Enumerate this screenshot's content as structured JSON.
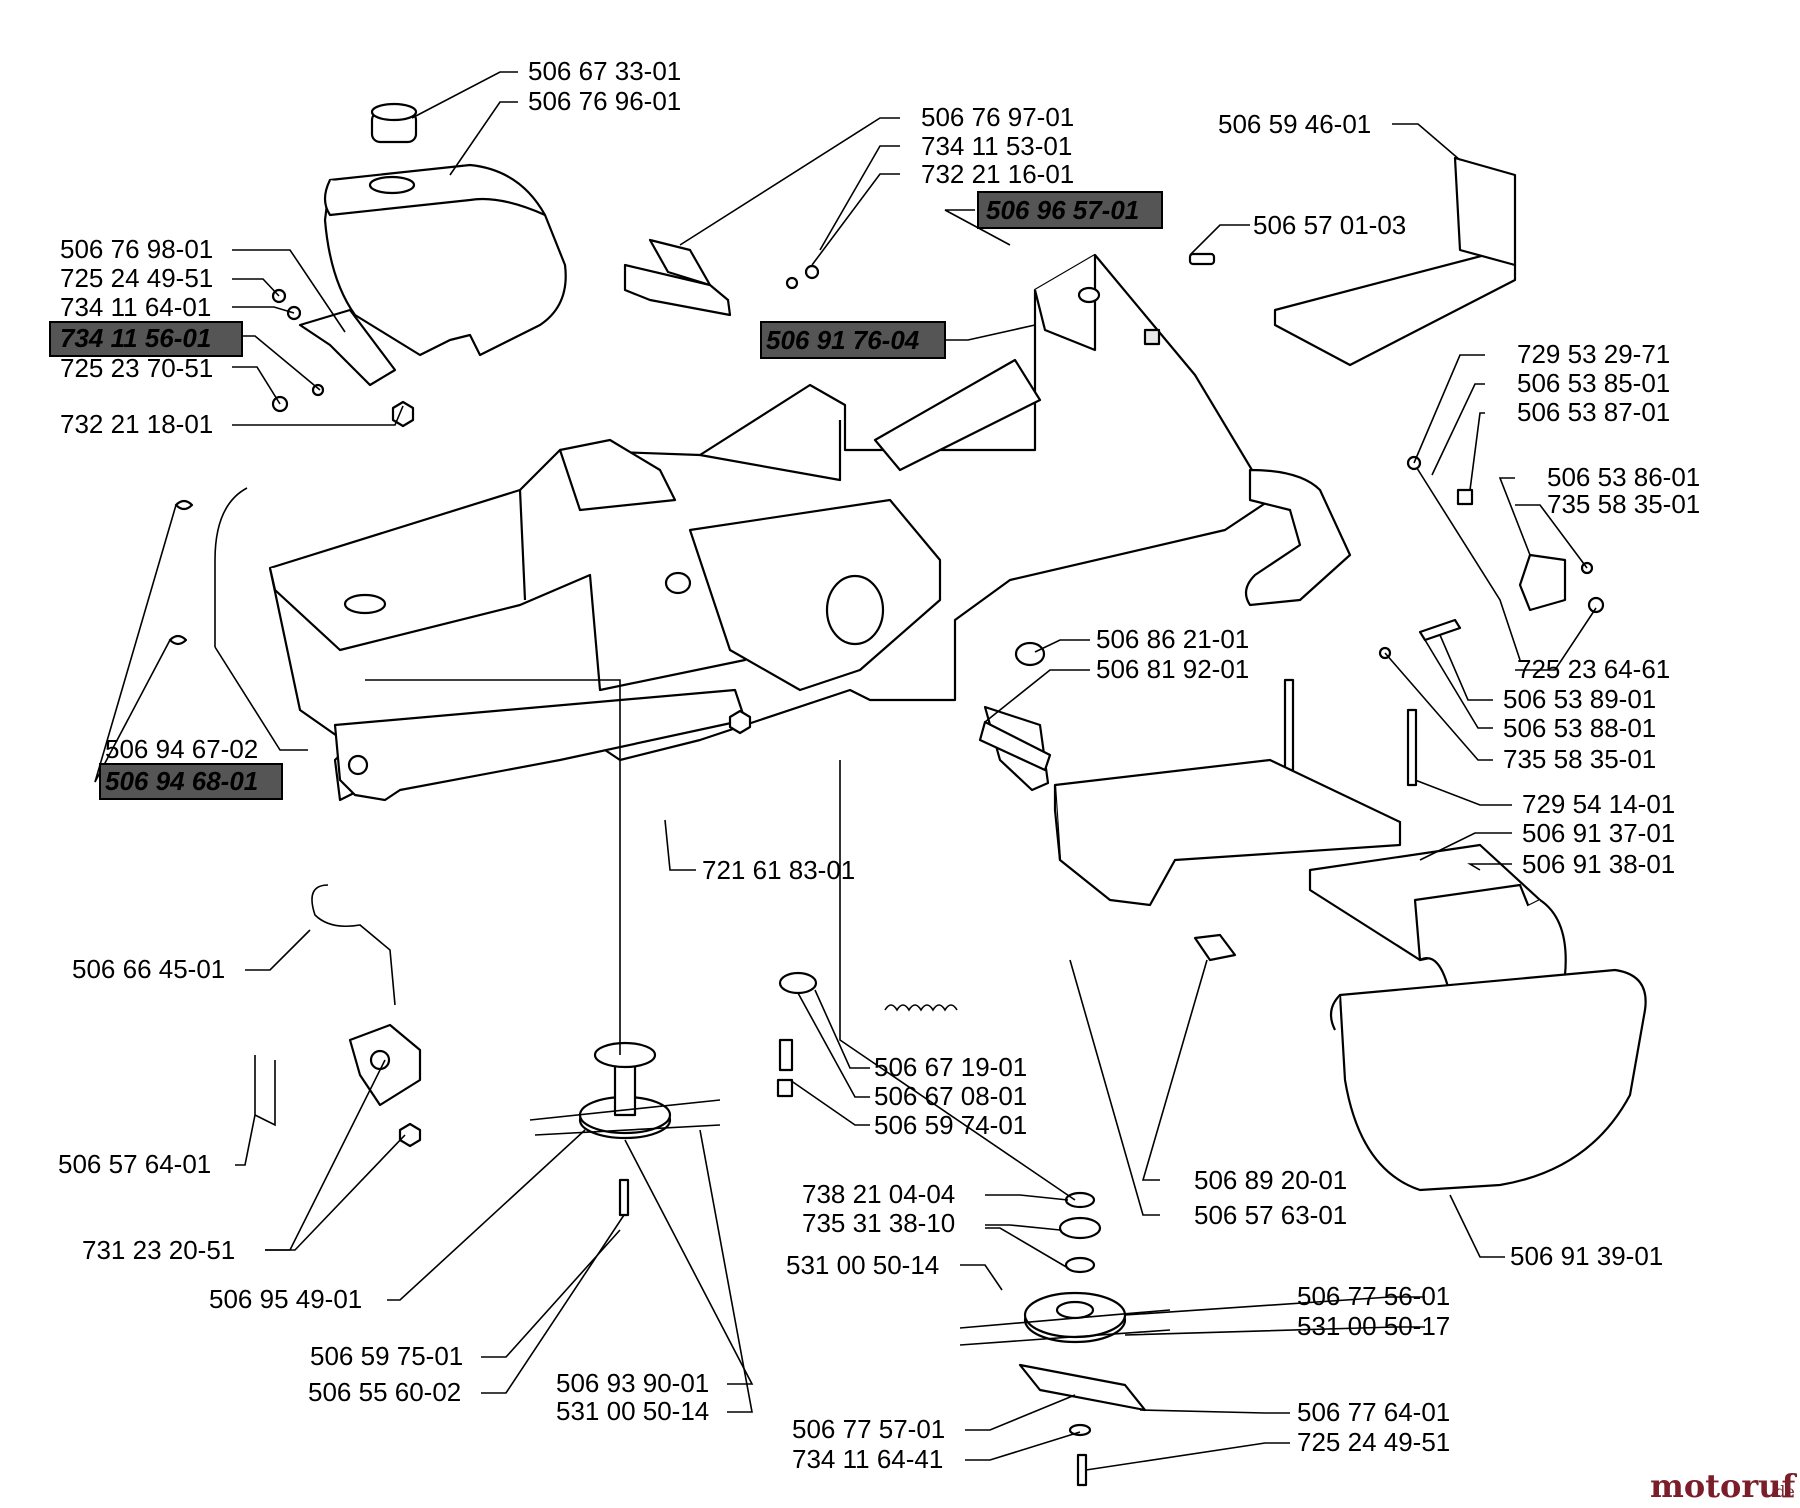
{
  "diagram": {
    "labels": [
      "506 67 33-01",
      "506 76 96-01",
      "506 76 97-01",
      "734 11 53-01",
      "732 21 16-01",
      "506 96 57-01",
      "506 59 46-01",
      "506 57 01-03",
      "506 76 98-01",
      "725 24 49-51",
      "734 11 64-01",
      "734 11 56-01",
      "725 23 70-51",
      "732 21 18-01",
      "506 91 76-04",
      "729 53 29-71",
      "506 53 85-01",
      "506 53 87-01",
      "506 53 86-01",
      "735 58 35-01",
      "725 23 64-61",
      "506 53 89-01",
      "506 53 88-01",
      "735 58 35-01",
      "506 86 21-01",
      "506 81 92-01",
      "506 94 67-02",
      "506 94 68-01",
      "729 54 14-01",
      "506 91 37-01",
      "506 91 38-01",
      "721 61 83-01",
      "506 66 45-01",
      "506 67 19-01",
      "506 67 08-01",
      "506 59 74-01",
      "506 57 64-01",
      "506 89 20-01",
      "506 57 63-01",
      "738 21 04-04",
      "735 31 38-10",
      "731 23 20-51",
      "506 91 39-01",
      "531 00 50-14",
      "506 95 49-01",
      "506 77 56-01",
      "531 00 50-17",
      "506 59 75-01",
      "506 55 60-02",
      "506 93 90-01",
      "531 00 50-14",
      "506 77 57-01",
      "506 77 64-01",
      "734 11 64-41",
      "725 24 49-51"
    ]
  },
  "watermark": {
    "brand": "motoruf",
    "suffix": ".de"
  }
}
